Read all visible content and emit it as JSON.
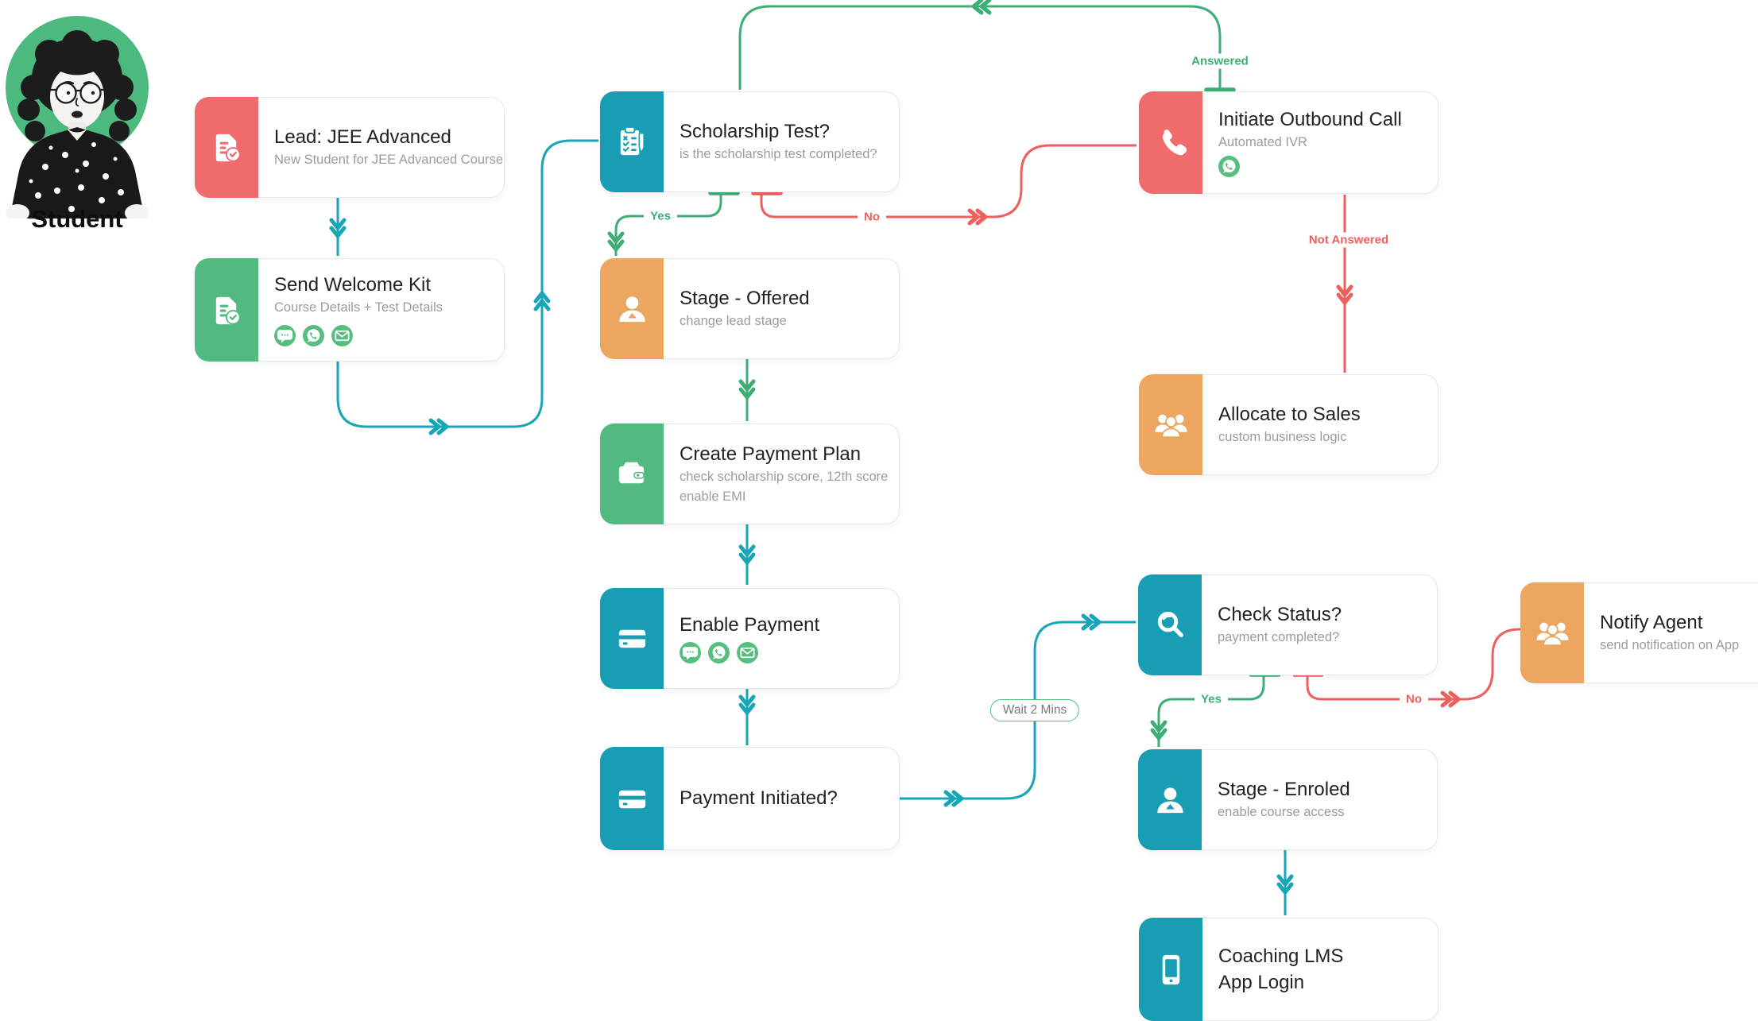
{
  "actor": {
    "label": "Student"
  },
  "colors": {
    "teal": "#189DB5",
    "green": "#52B981",
    "red": "#F06B6B",
    "orange": "#ECA660",
    "edge_teal": "#17A6B8",
    "edge_green": "#3FAE76",
    "edge_red": "#ED6060",
    "badge_green": "#56BF80"
  },
  "nodes": [
    {
      "id": "lead",
      "title": "Lead: JEE Advanced",
      "subtitle": "New Student for JEE Advanced Course",
      "icon": "document-check-icon",
      "color": "red",
      "badges": []
    },
    {
      "id": "welcome",
      "title": "Send Welcome Kit",
      "subtitle": "Course Details + Test Details",
      "icon": "document-check-icon",
      "color": "green",
      "badges": [
        "chat-icon",
        "whatsapp-icon",
        "email-icon"
      ]
    },
    {
      "id": "scholarship",
      "title": "Scholarship Test?",
      "subtitle": "is the scholarship test completed?",
      "icon": "clipboard-checklist-icon",
      "color": "teal",
      "badges": []
    },
    {
      "id": "offered",
      "title": "Stage - Offered",
      "subtitle": "change lead stage",
      "icon": "person-icon",
      "color": "orange",
      "badges": []
    },
    {
      "id": "payplan",
      "title": "Create Payment Plan",
      "subtitle": "check scholarship score, 12th score",
      "subtitle2": "enable EMI",
      "icon": "wallet-icon",
      "color": "green",
      "badges": []
    },
    {
      "id": "enablepay",
      "title": "Enable Payment",
      "icon": "credit-card-icon",
      "color": "teal",
      "badges": [
        "chat-icon",
        "whatsapp-icon",
        "email-icon"
      ]
    },
    {
      "id": "payinit",
      "title": "Payment Initiated?",
      "icon": "credit-card-icon",
      "color": "teal",
      "badges": []
    },
    {
      "id": "outbound",
      "title": "Initiate Outbound Call",
      "subtitle": "Automated IVR",
      "icon": "phone-icon",
      "color": "red",
      "badges": [
        "whatsapp-icon"
      ]
    },
    {
      "id": "allocate",
      "title": "Allocate to Sales",
      "subtitle": "custom business logic",
      "icon": "team-icon",
      "color": "orange",
      "badges": []
    },
    {
      "id": "checkstatus",
      "title": "Check Status?",
      "subtitle": "payment completed?",
      "icon": "search-icon",
      "color": "teal",
      "badges": []
    },
    {
      "id": "notify",
      "title": "Notify Agent",
      "subtitle": "send notification on App",
      "icon": "team-icon",
      "color": "orange",
      "badges": []
    },
    {
      "id": "enroled",
      "title": "Stage - Enroled",
      "subtitle": "enable course access",
      "icon": "person-icon",
      "color": "teal",
      "badges": []
    },
    {
      "id": "lms",
      "title": "Coaching LMS",
      "title2": "App Login",
      "icon": "mobile-icon",
      "color": "teal",
      "badges": []
    }
  ],
  "labels": {
    "answered": "Answered",
    "not_answered": "Not Answered",
    "yes_scholarship": "Yes",
    "no_scholarship": "No",
    "yes_status": "Yes",
    "no_status": "No",
    "wait": "Wait 2 Mins"
  }
}
